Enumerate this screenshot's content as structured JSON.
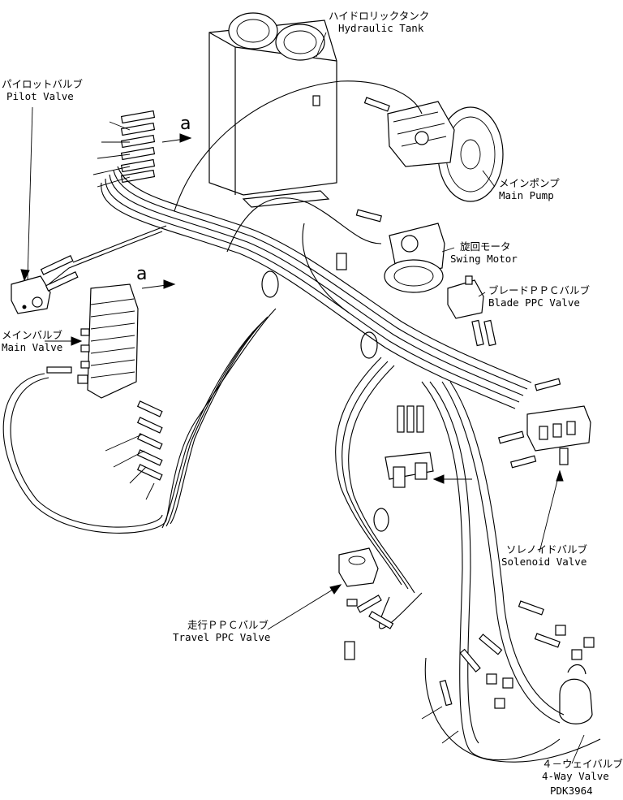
{
  "labels": {
    "hydraulic_tank": {
      "jp": "ハイドロリックタンク",
      "en": "Hydraulic Tank"
    },
    "pilot_valve": {
      "jp": "パイロットバルブ",
      "en": "Pilot Valve"
    },
    "main_pump": {
      "jp": "メインポンプ",
      "en": "Main Pump"
    },
    "swing_motor": {
      "jp": "旋回モータ",
      "en": "Swing Motor"
    },
    "blade_ppc_valve": {
      "jp": "ブレードＰＰＣバルブ",
      "en": "Blade PPC Valve"
    },
    "main_valve": {
      "jp": "メインバルブ",
      "en": "Main Valve"
    },
    "solenoid_valve": {
      "jp": "ソレノイドバルブ",
      "en": "Solenoid Valve"
    },
    "travel_ppc_valve": {
      "jp": "走行ＰＰＣバルブ",
      "en": "Travel PPC Valve"
    },
    "four_way_valve": {
      "jp": "４－ウェイバルブ",
      "en": "4-Way Valve"
    }
  },
  "reference_marks": {
    "a1": "a",
    "a2": "a"
  },
  "drawing_code": "PDK3964"
}
